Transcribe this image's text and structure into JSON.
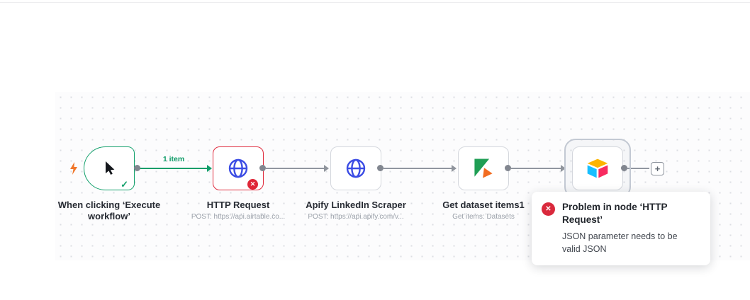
{
  "colors": {
    "success_green": "#12a06b",
    "error_red": "#df2637",
    "http_icon_blue": "#3b4ce4",
    "edge_gray": "#9096a0",
    "node_border": "#d4d7dd",
    "apify_green": "#1f9e54",
    "apify_orange": "#f26c21",
    "airtable_yellow": "#fcb400",
    "airtable_blue": "#18bfff",
    "airtable_pink": "#f82b60"
  },
  "canvas": {
    "edge_label": "1 item"
  },
  "nodes": [
    {
      "icon": "cursor-arrow",
      "title": "When clicking ‘Execute workflow’"
    },
    {
      "icon": "globe",
      "title": "HTTP Request",
      "subtitle": "POST: https://api.airtable.co..."
    },
    {
      "icon": "globe",
      "title": "Apify LinkedIn Scraper",
      "subtitle": "POST: https://api.apify.com/v..."
    },
    {
      "icon": "apify-logo",
      "title": "Get dataset items1",
      "subtitle": "Get items: Datasets"
    },
    {
      "icon": "airtable-logo"
    }
  ],
  "icons": {
    "check": "✓",
    "error": "✕",
    "plus": "+"
  },
  "error_tooltip": {
    "title": "Problem in node ‘HTTP Request’",
    "body": "JSON parameter needs to be valid JSON"
  }
}
